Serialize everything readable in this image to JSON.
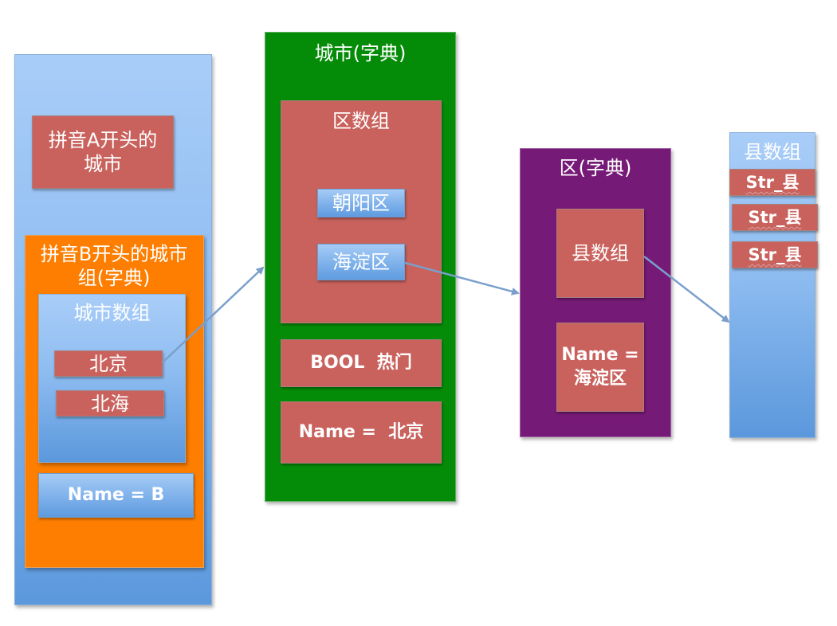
{
  "diagram": {
    "left_group": {
      "a_cities_label": "拼音A开头的城市",
      "b_group_title": "拼音B开头的城市组(字典)",
      "city_array_title": "城市数组",
      "cities": [
        "北京",
        "北海"
      ],
      "name_field": "Name = B"
    },
    "city_dict": {
      "title": "城市(字典)",
      "district_array_title": "区数组",
      "districts": [
        "朝阳区",
        "海淀区"
      ],
      "bool_field": "BOOL  热门",
      "name_field": "Name =  北京"
    },
    "district_dict": {
      "title": "区(字典)",
      "county_array_label": "县数组",
      "name_field": "Name = 海淀区"
    },
    "county_array": {
      "title": "县数组",
      "items": [
        "Str_县",
        "Str_县",
        "Str_县"
      ]
    },
    "colors": {
      "blue": "#8fbdf1",
      "orange": "#fd7e00",
      "green": "#048c08",
      "purple": "#761a77",
      "red": "#c9625d",
      "arrow": "#7a9fcb"
    }
  }
}
